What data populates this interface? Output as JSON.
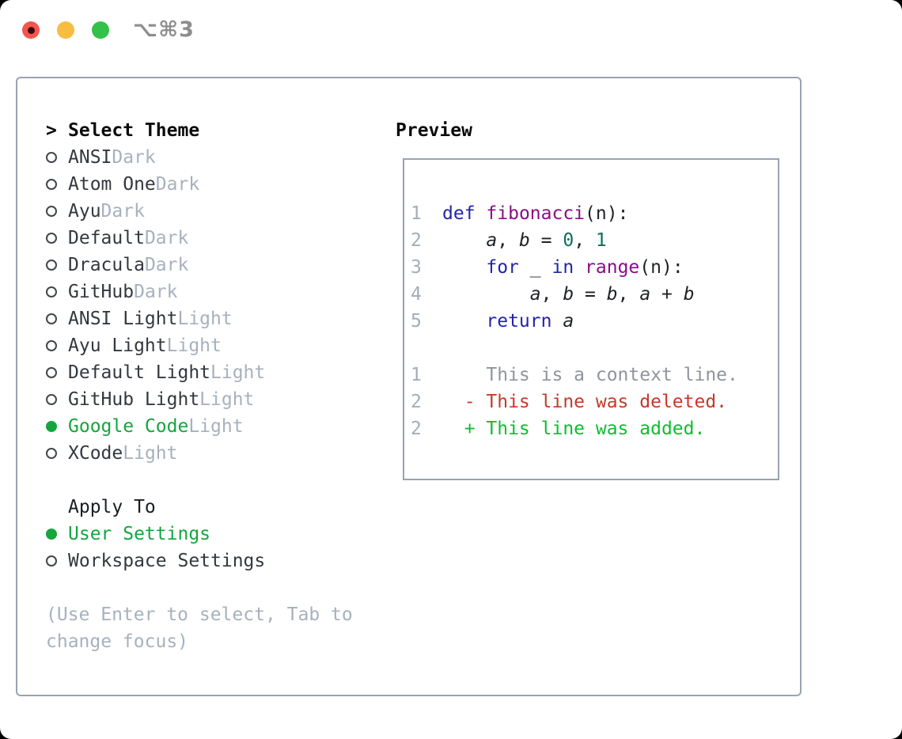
{
  "window": {
    "shortcut": "⌥⌘3"
  },
  "traffic_lights": {
    "close_color": "#f4564f",
    "close_dot_color": "#3d0a0a",
    "minimize_color": "#f6bd40",
    "zoom_color": "#34c14a"
  },
  "theme_panel": {
    "prompt": ">",
    "title": "Select Theme",
    "items": [
      {
        "name": "ANSI",
        "variant": "Dark",
        "selected": false
      },
      {
        "name": "Atom One",
        "variant": "Dark",
        "selected": false
      },
      {
        "name": "Ayu",
        "variant": "Dark",
        "selected": false
      },
      {
        "name": "Default",
        "variant": "Dark",
        "selected": false
      },
      {
        "name": "Dracula",
        "variant": "Dark",
        "selected": false
      },
      {
        "name": "GitHub",
        "variant": "Dark",
        "selected": false
      },
      {
        "name": "ANSI Light",
        "variant": "Light",
        "selected": false
      },
      {
        "name": "Ayu Light",
        "variant": "Light",
        "selected": false
      },
      {
        "name": "Default Light",
        "variant": "Light",
        "selected": false
      },
      {
        "name": "GitHub Light",
        "variant": "Light",
        "selected": false
      },
      {
        "name": "Google Code",
        "variant": "Light",
        "selected": true
      },
      {
        "name": "XCode",
        "variant": "Light",
        "selected": false
      }
    ],
    "apply_to": {
      "title": "Apply To",
      "options": [
        {
          "label": "User Settings",
          "selected": true
        },
        {
          "label": "Workspace Settings",
          "selected": false
        }
      ]
    },
    "hint_line1": "(Use Enter to select, Tab to",
    "hint_line2": "change focus)"
  },
  "preview_panel": {
    "title": "Preview",
    "lines": [
      {
        "num": "1",
        "tokens": [
          {
            "t": "def",
            "c": "kwd"
          },
          {
            "t": " ",
            "c": "plain"
          },
          {
            "t": "fibonacci",
            "c": "fun"
          },
          {
            "t": "(n):",
            "c": "plain"
          }
        ]
      },
      {
        "num": "2",
        "tokens": [
          {
            "t": "    ",
            "c": "plain"
          },
          {
            "t": "a",
            "c": "var"
          },
          {
            "t": ", ",
            "c": "plain"
          },
          {
            "t": "b",
            "c": "var"
          },
          {
            "t": " = ",
            "c": "plain"
          },
          {
            "t": "0",
            "c": "lit"
          },
          {
            "t": ", ",
            "c": "plain"
          },
          {
            "t": "1",
            "c": "lit"
          }
        ]
      },
      {
        "num": "3",
        "tokens": [
          {
            "t": "    ",
            "c": "plain"
          },
          {
            "t": "for",
            "c": "kwd"
          },
          {
            "t": " _ ",
            "c": "plain"
          },
          {
            "t": "in",
            "c": "kwd"
          },
          {
            "t": " ",
            "c": "plain"
          },
          {
            "t": "range",
            "c": "fun"
          },
          {
            "t": "(n):",
            "c": "plain"
          }
        ]
      },
      {
        "num": "4",
        "tokens": [
          {
            "t": "        ",
            "c": "plain"
          },
          {
            "t": "a",
            "c": "var"
          },
          {
            "t": ", ",
            "c": "plain"
          },
          {
            "t": "b",
            "c": "var"
          },
          {
            "t": " = ",
            "c": "plain"
          },
          {
            "t": "b",
            "c": "var"
          },
          {
            "t": ", ",
            "c": "plain"
          },
          {
            "t": "a",
            "c": "var"
          },
          {
            "t": " + ",
            "c": "plain"
          },
          {
            "t": "b",
            "c": "var"
          }
        ]
      },
      {
        "num": "5",
        "tokens": [
          {
            "t": "    ",
            "c": "plain"
          },
          {
            "t": "return",
            "c": "kwd"
          },
          {
            "t": " ",
            "c": "plain"
          },
          {
            "t": "a",
            "c": "var"
          }
        ]
      },
      {
        "num": "",
        "tokens": []
      },
      {
        "num": "1",
        "tokens": [
          {
            "t": "    This is a context line.",
            "c": "ctx"
          }
        ]
      },
      {
        "num": "2",
        "tokens": [
          {
            "t": "  - This line was deleted.",
            "c": "del"
          }
        ]
      },
      {
        "num": "2",
        "tokens": [
          {
            "t": "  + This line was added.",
            "c": "add"
          }
        ]
      }
    ]
  },
  "colors": {
    "accent_green": "#14a63d",
    "keyword": "#2323ad",
    "function_name": "#8a0d8a",
    "literal": "#0e6c60",
    "context_gray": "#8f959d",
    "deleted_red": "#c43a28",
    "added_green": "#0ebd31",
    "muted_gray": "#a7b1be",
    "border_gray": "#99a3b1"
  }
}
